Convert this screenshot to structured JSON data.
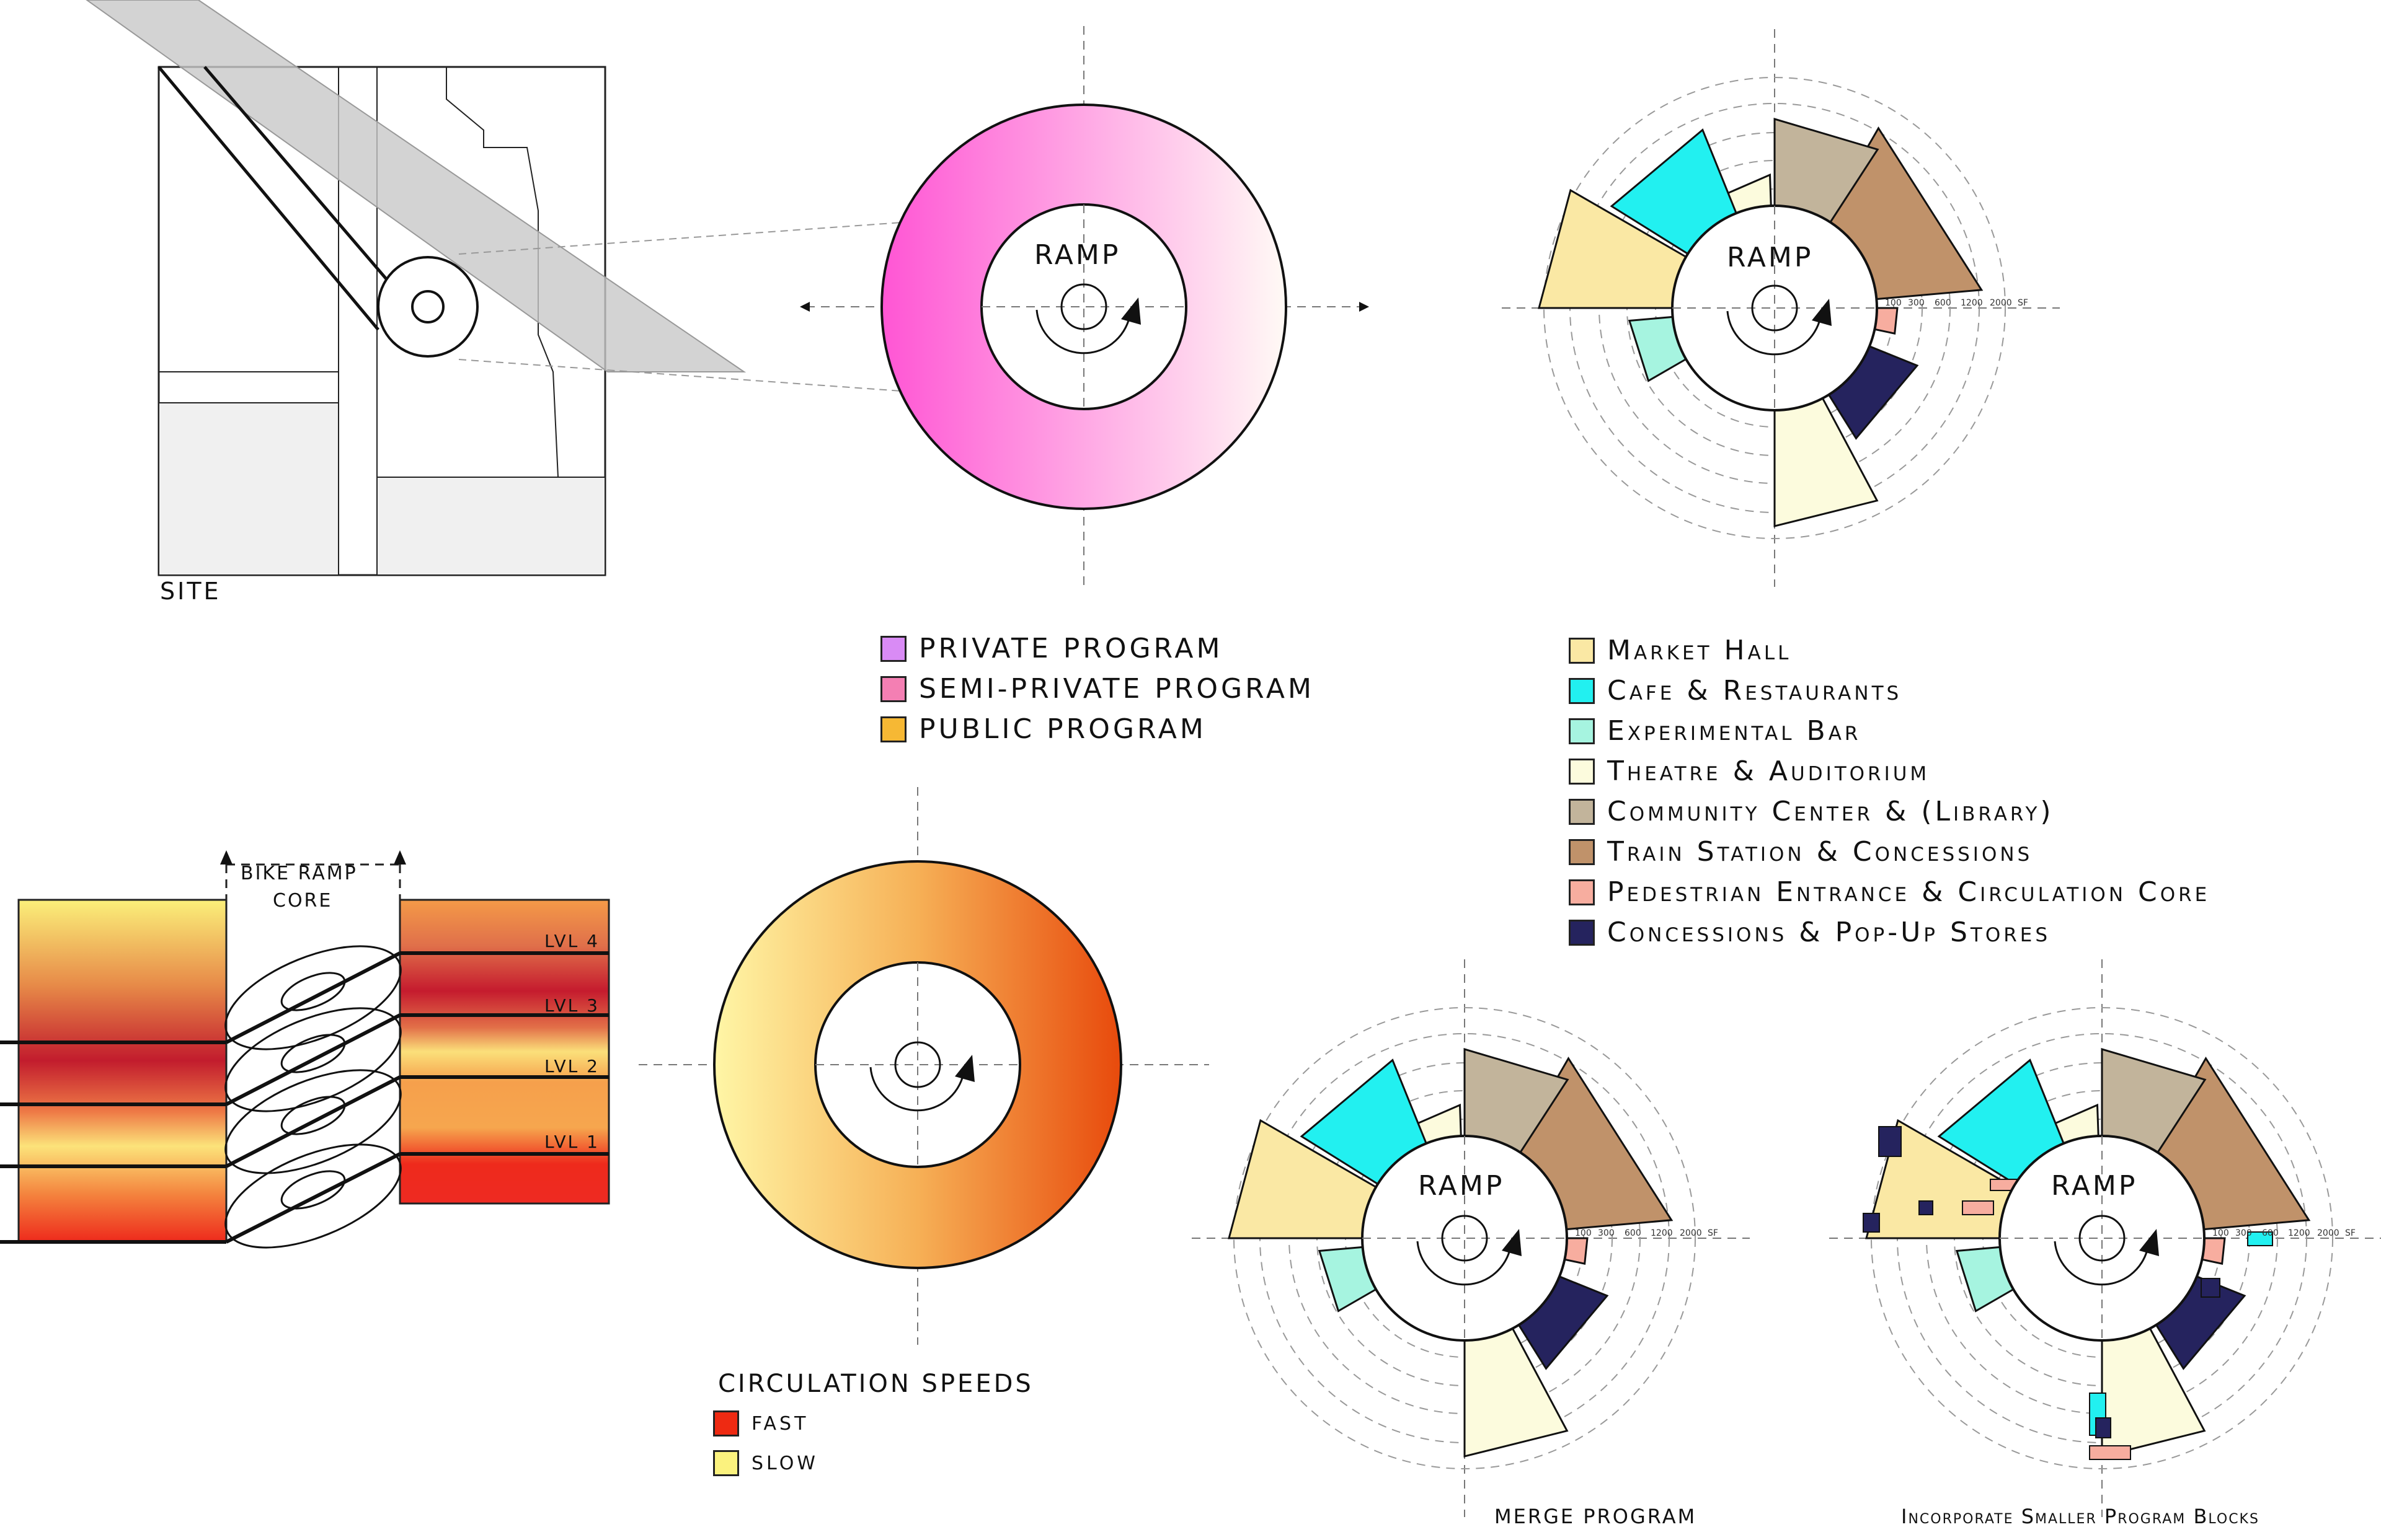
{
  "site": {
    "label": "SITE"
  },
  "ramp_label": "RAMP",
  "privacy_legend": {
    "items": [
      {
        "label": "PRIVATE PROGRAM",
        "color": "#d98bf5"
      },
      {
        "label": "SEMI-PRIVATE PROGRAM",
        "color": "#f47fb3"
      },
      {
        "label": "PUBLIC PROGRAM",
        "color": "#f6b834"
      }
    ]
  },
  "program_legend": {
    "items": [
      {
        "label": "Market Hall",
        "color": "#fae8a4"
      },
      {
        "label": "Cafe & Restaurants",
        "color": "#22f0f0"
      },
      {
        "label": "Experimental Bar",
        "color": "#a6f4e0"
      },
      {
        "label": "Theatre & Auditorium",
        "color": "#fcfbdd"
      },
      {
        "label": "Community Center & (Library)",
        "color": "#c2b49b"
      },
      {
        "label": "Train Station & Concessions",
        "color": "#c0926a"
      },
      {
        "label": "Pedestrian Entrance & Circulation Core",
        "color": "#f7ad9f"
      },
      {
        "label": "Concessions & Pop-Up Stores",
        "color": "#25235e"
      }
    ]
  },
  "ring_scale": [
    "100",
    "300",
    "600",
    "1200",
    "2000",
    "SF"
  ],
  "bike_ramp": {
    "label_line1": "BIKE RAMP",
    "label_line2": "CORE",
    "levels": [
      "LVL 4",
      "LVL 3",
      "LVL 2",
      "LVL 1"
    ]
  },
  "circulation": {
    "title": "CIRCULATION SPEEDS",
    "items": [
      {
        "label": "FAST",
        "color": "#ee2a12"
      },
      {
        "label": "SLOW",
        "color": "#fbf27e"
      }
    ]
  },
  "captions": {
    "merge": "MERGE PROGRAM",
    "incorporate": "Incorporate Smaller Program Blocks"
  }
}
